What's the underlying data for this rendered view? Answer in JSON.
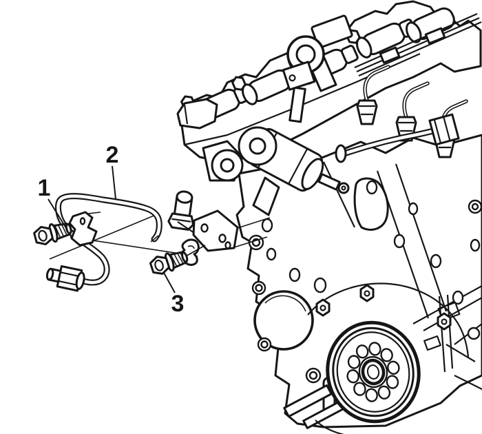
{
  "figure": {
    "kind": "engine service-manual line illustration",
    "background_color": "#ffffff",
    "ink_color": "#161616",
    "callouts": [
      {
        "number": "1",
        "part": "fuel-pipe-clip-bolt"
      },
      {
        "number": "2",
        "part": "fuel-feed-pipe"
      },
      {
        "number": "3",
        "part": "fuel-pipe-bracket-bolt"
      }
    ]
  }
}
